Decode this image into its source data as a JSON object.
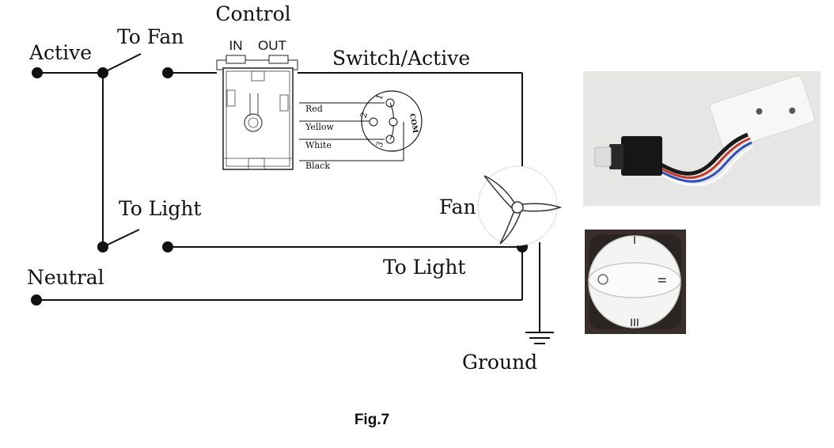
{
  "labels": {
    "active": "Active",
    "to_fan": "To Fan",
    "control": "Control",
    "in": "IN",
    "out": "OUT",
    "switch_active": "Switch/Active",
    "to_light_left": "To Light",
    "to_light_bottom": "To Light",
    "fan": "Fan",
    "neutral": "Neutral",
    "ground": "Ground"
  },
  "wire_colors": [
    "Red",
    "Yellow",
    "White",
    "Black"
  ],
  "switch_positions": [
    "1",
    "2",
    "3"
  ],
  "switch_common": "COM",
  "knob_marks": [
    "I",
    "II",
    "III"
  ],
  "caption": "Fig.7"
}
